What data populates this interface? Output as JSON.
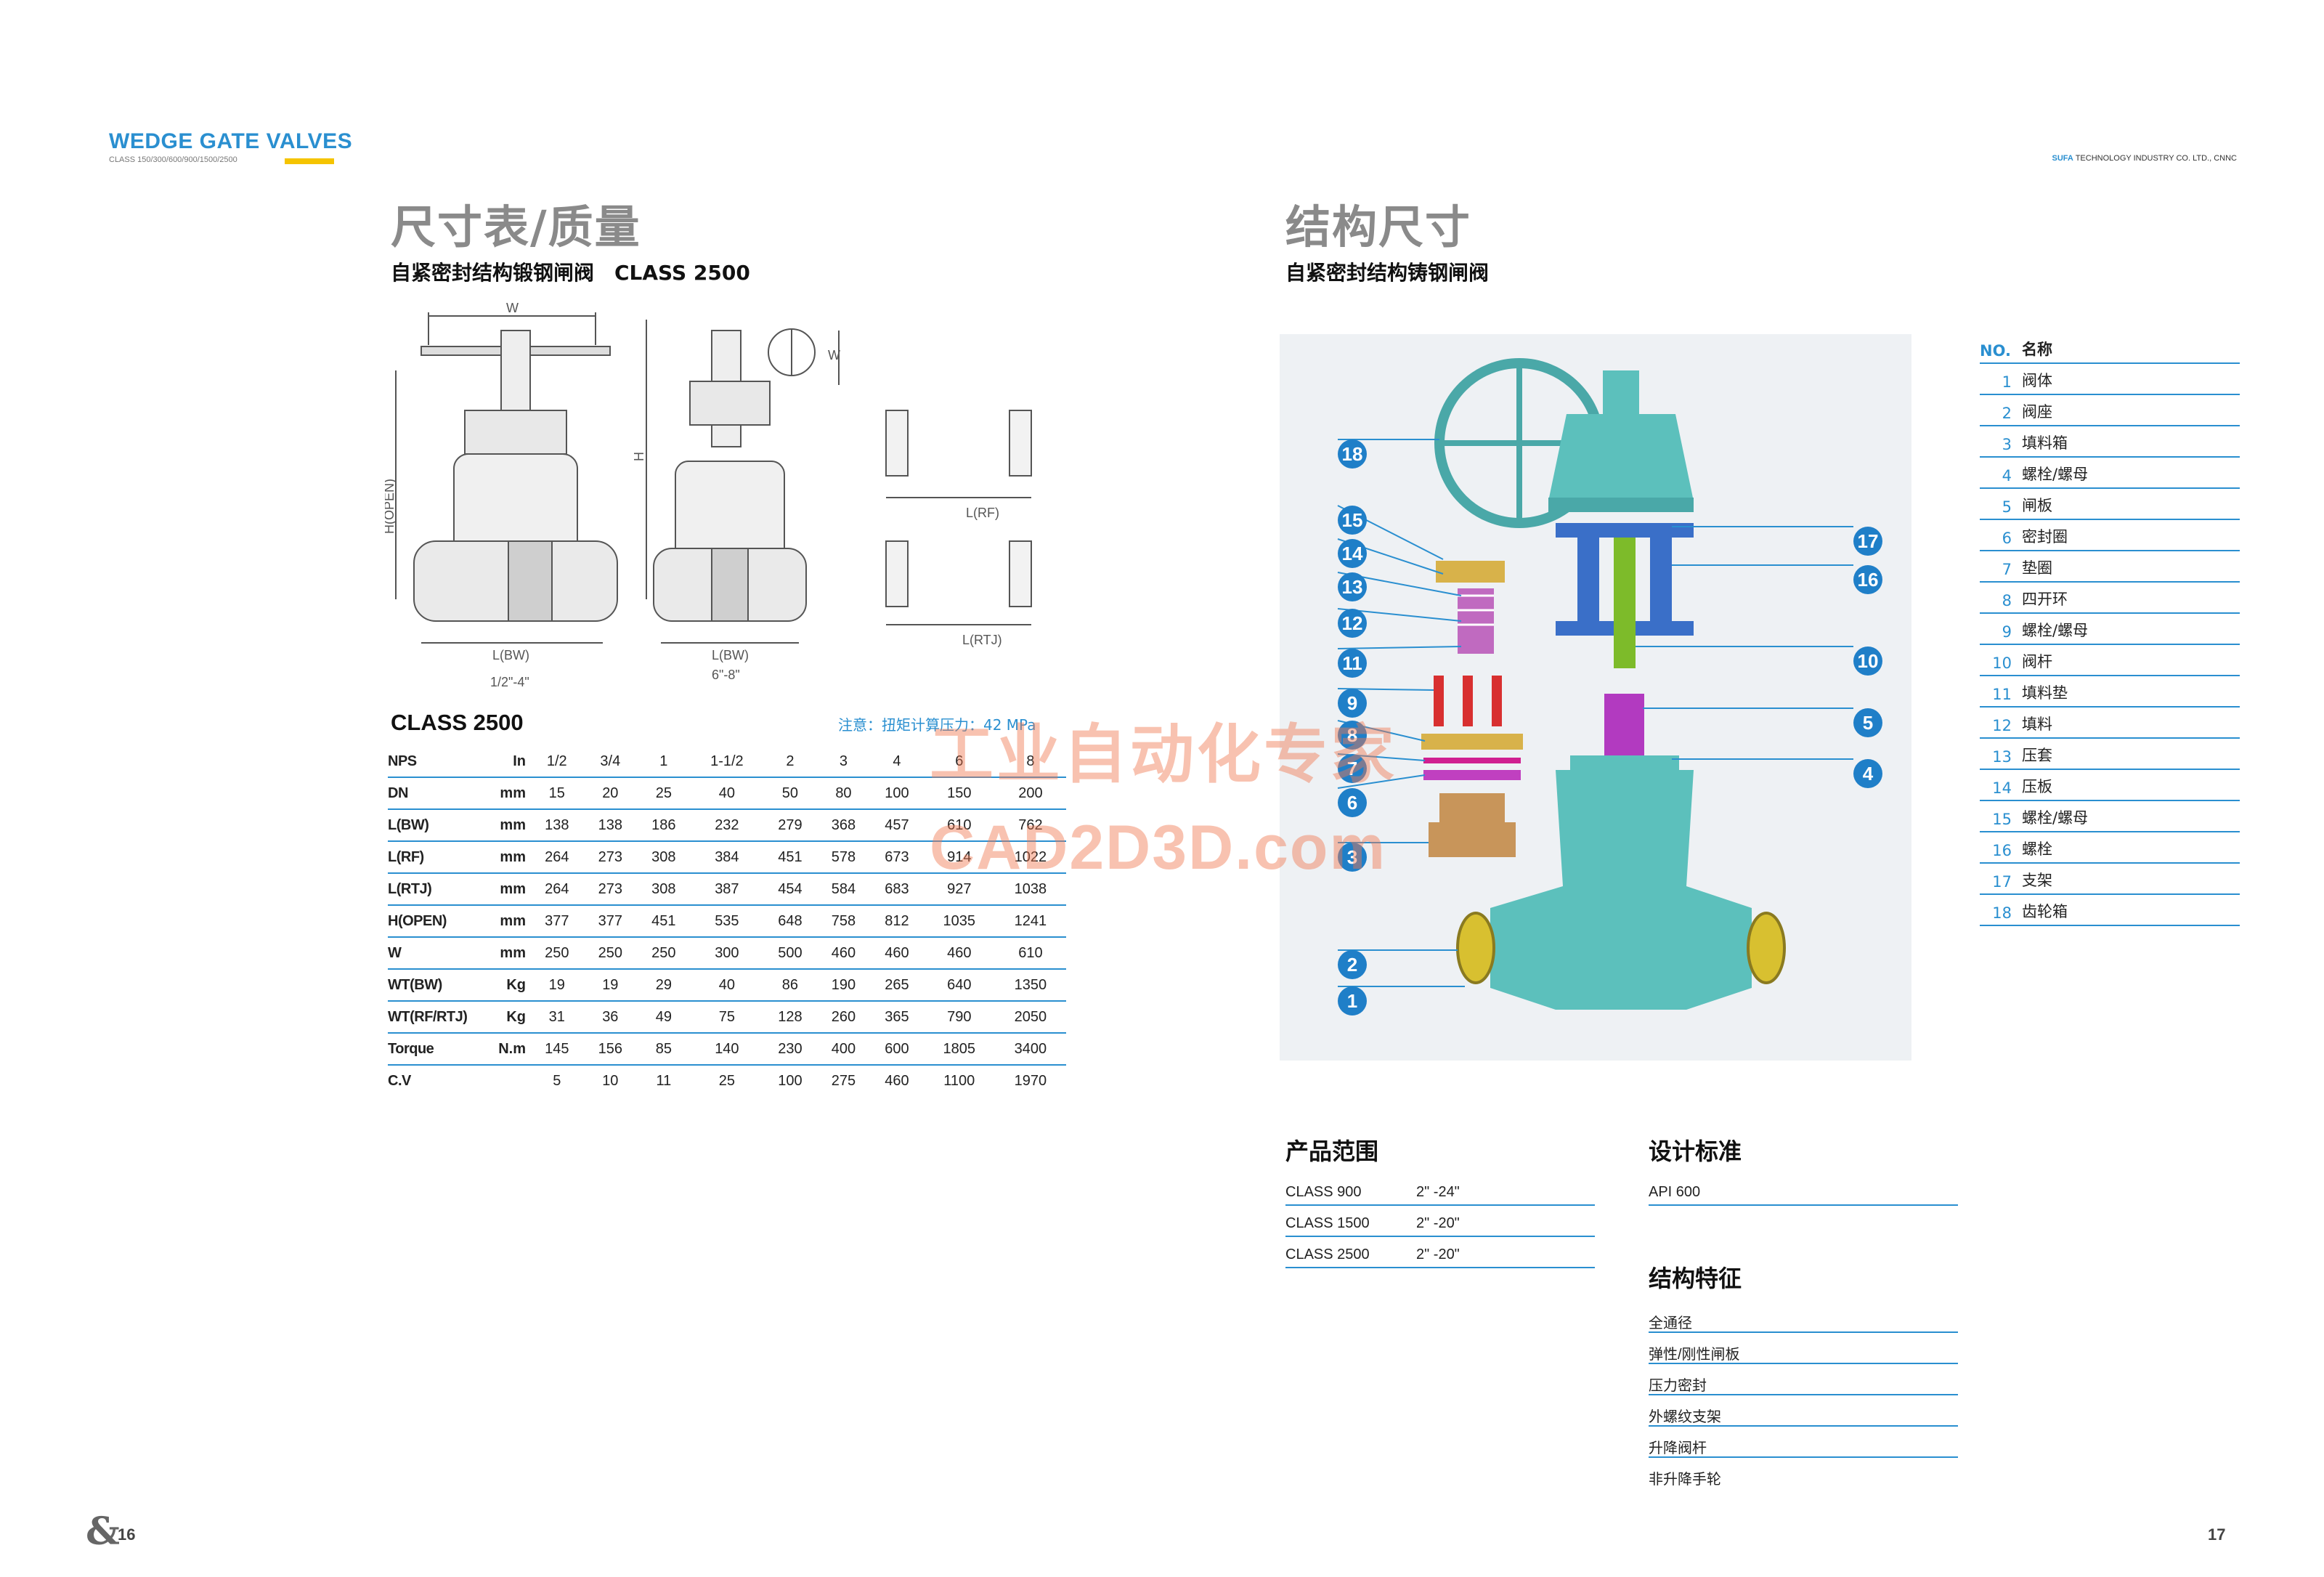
{
  "header": {
    "brand_title": "WEDGE GATE VALVES",
    "brand_subtitle": "CLASS 150/300/600/900/1500/2500",
    "company_prefix": "SUFA",
    "company_rest": " TECHNOLOGY INDUSTRY CO. LTD., CNNC",
    "accent_color": "#2a8fd0",
    "bar_color": "#f5c400"
  },
  "left": {
    "title": "尺寸表/质量",
    "subtitle": "自紧密封结构锻钢闸阀　CLASS 2500",
    "drawing_labels": {
      "w": "W",
      "h_open": "H(OPEN)",
      "h": "H",
      "lbw1": "L(BW)",
      "size1": "1/2\"-4\"",
      "lbw2": "L(BW)",
      "size2": "6\"-8\"",
      "lrf": "L(RF)",
      "lrtj": "L(RTJ)"
    },
    "table_title": "CLASS 2500",
    "note": "注意：扭矩计算压力：42 MPa",
    "table": {
      "rows": [
        {
          "label": "NPS",
          "unit": "In",
          "values": [
            "1/2",
            "3/4",
            "1",
            "1-1/2",
            "2",
            "3",
            "4",
            "6",
            "8"
          ]
        },
        {
          "label": "DN",
          "unit": "mm",
          "values": [
            "15",
            "20",
            "25",
            "40",
            "50",
            "80",
            "100",
            "150",
            "200"
          ]
        },
        {
          "label": "L(BW)",
          "unit": "mm",
          "values": [
            "138",
            "138",
            "186",
            "232",
            "279",
            "368",
            "457",
            "610",
            "762"
          ]
        },
        {
          "label": "L(RF)",
          "unit": "mm",
          "values": [
            "264",
            "273",
            "308",
            "384",
            "451",
            "578",
            "673",
            "914",
            "1022"
          ]
        },
        {
          "label": "L(RTJ)",
          "unit": "mm",
          "values": [
            "264",
            "273",
            "308",
            "387",
            "454",
            "584",
            "683",
            "927",
            "1038"
          ]
        },
        {
          "label": "H(OPEN)",
          "unit": "mm",
          "values": [
            "377",
            "377",
            "451",
            "535",
            "648",
            "758",
            "812",
            "1035",
            "1241"
          ]
        },
        {
          "label": "W",
          "unit": "mm",
          "values": [
            "250",
            "250",
            "250",
            "300",
            "500",
            "460",
            "460",
            "460",
            "610"
          ]
        },
        {
          "label": "WT(BW)",
          "unit": "Kg",
          "values": [
            "19",
            "19",
            "29",
            "40",
            "86",
            "190",
            "265",
            "640",
            "1350"
          ]
        },
        {
          "label": "WT(RF/RTJ)",
          "unit": "Kg",
          "values": [
            "31",
            "36",
            "49",
            "75",
            "128",
            "260",
            "365",
            "790",
            "2050"
          ]
        },
        {
          "label": "Torque",
          "unit": "N.m",
          "values": [
            "145",
            "156",
            "85",
            "140",
            "230",
            "400",
            "600",
            "1805",
            "3400"
          ]
        },
        {
          "label": "C.V",
          "unit": "",
          "values": [
            "5",
            "10",
            "11",
            "25",
            "100",
            "275",
            "460",
            "1100",
            "1970"
          ]
        }
      ]
    },
    "page_number": "16"
  },
  "right": {
    "title": "结构尺寸",
    "subtitle": "自紧密封结构铸钢闸阀",
    "callouts": [
      "18",
      "15",
      "14",
      "13",
      "12",
      "11",
      "9",
      "8",
      "7",
      "6",
      "3",
      "2",
      "1",
      "17",
      "16",
      "10",
      "5",
      "4"
    ],
    "parts_header": {
      "no": "NO.",
      "name": "名称"
    },
    "parts": [
      {
        "no": "1",
        "name": "阀体"
      },
      {
        "no": "2",
        "name": "阀座"
      },
      {
        "no": "3",
        "name": "填料箱"
      },
      {
        "no": "4",
        "name": "螺栓/螺母"
      },
      {
        "no": "5",
        "name": "闸板"
      },
      {
        "no": "6",
        "name": "密封圈"
      },
      {
        "no": "7",
        "name": "垫圈"
      },
      {
        "no": "8",
        "name": "四开环"
      },
      {
        "no": "9",
        "name": "螺栓/螺母"
      },
      {
        "no": "10",
        "name": "阀杆"
      },
      {
        "no": "11",
        "name": "填料垫"
      },
      {
        "no": "12",
        "name": "填料"
      },
      {
        "no": "13",
        "name": "压套"
      },
      {
        "no": "14",
        "name": "压板"
      },
      {
        "no": "15",
        "name": "螺栓/螺母"
      },
      {
        "no": "16",
        "name": "螺栓"
      },
      {
        "no": "17",
        "name": "支架"
      },
      {
        "no": "18",
        "name": "齿轮箱"
      }
    ],
    "product_range_title": "产品范围",
    "product_range": [
      {
        "cls": "CLASS 900",
        "range": "2\" -24\""
      },
      {
        "cls": "CLASS 1500",
        "range": "2\" -20\""
      },
      {
        "cls": "CLASS 2500",
        "range": "2\" -20\""
      }
    ],
    "design_standard_title": "设计标准",
    "design_standard": "API 600",
    "features_title": "结构特征",
    "features": [
      "全通径",
      "弹性/刚性闸板",
      "压力密封",
      "外螺纹支架",
      "升降阀杆",
      "非升降手轮"
    ],
    "page_number": "17"
  },
  "watermark": {
    "line1": "工业自动化专家",
    "line2": "CAD2D3D.com"
  }
}
